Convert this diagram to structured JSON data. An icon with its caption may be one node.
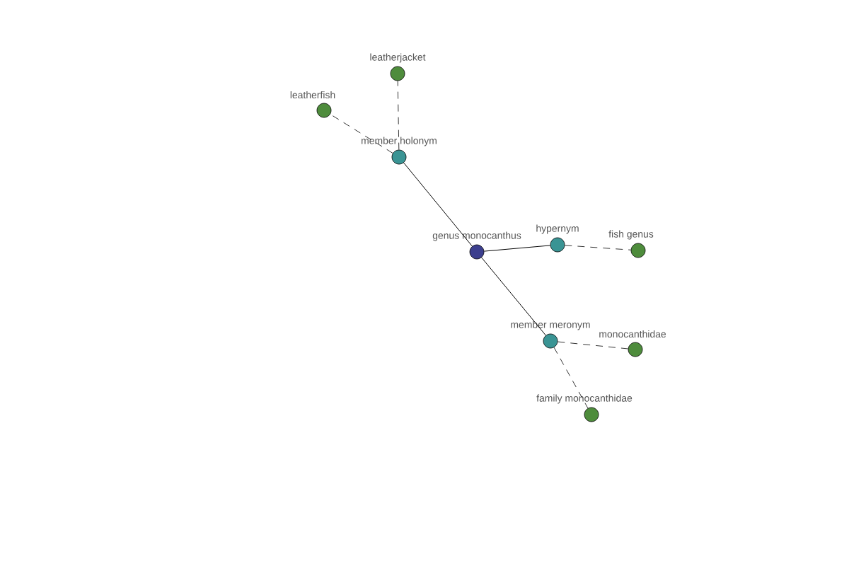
{
  "diagram": {
    "nodes": [
      {
        "text": [
          "genus monocanthus"
        ]
      },
      {
        "text": [
          "member holonym"
        ]
      },
      {
        "text": [
          "leatherjacket"
        ]
      },
      {
        "text": [
          "leatherfish"
        ]
      },
      {
        "text": [
          "hypernym"
        ]
      },
      {
        "text": [
          "fish genus"
        ]
      },
      {
        "text": [
          "member meronym"
        ]
      },
      {
        "text": [
          "monocanthidae"
        ]
      },
      {
        "text": [
          "family monocanthidae"
        ]
      }
    ],
    "edges": [
      {
        "from": 0,
        "to": 1,
        "arrow": "none"
      },
      {
        "from": 1,
        "to": 2,
        "arrow": "none",
        "style": "dashed"
      },
      {
        "from": 1,
        "to": 3,
        "arrow": "none",
        "style": "dashed"
      },
      {
        "from": 0,
        "to": 4,
        "arrow": "none"
      },
      {
        "from": 4,
        "to": 5,
        "arrow": "none",
        "style": "dashed"
      },
      {
        "from": 0,
        "to": 6,
        "arrow": "none"
      },
      {
        "from": 6,
        "to": 7,
        "arrow": "none",
        "style": "dashed"
      },
      {
        "from": 6,
        "to": 8,
        "arrow": "none",
        "style": "dashed"
      }
    ]
  }
}
